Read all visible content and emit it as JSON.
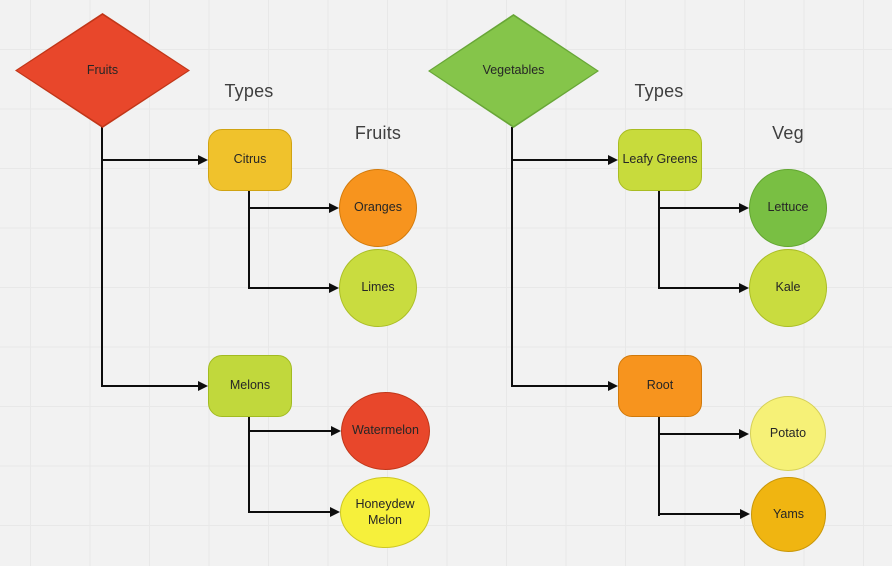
{
  "diagram": {
    "canvas_background": "#f2f2f2",
    "grid_line_color": "#e8e8e8",
    "edge_color": "#0d0d0d",
    "headings": {
      "fruits_types": "Types",
      "fruits_group": "Fruits",
      "veg_types": "Types",
      "veg_group": "Veg"
    },
    "nodes": {
      "fruits": {
        "label": "Fruits",
        "shape": "diamond",
        "fill": "#e8472b",
        "stroke": "#c13618"
      },
      "citrus": {
        "label": "Citrus",
        "shape": "rounded-rect",
        "fill": "#f0c22c",
        "stroke": "#d0a312"
      },
      "oranges": {
        "label": "Oranges",
        "shape": "circle",
        "fill": "#f7941e",
        "stroke": "#d1790a"
      },
      "limes": {
        "label": "Limes",
        "shape": "circle",
        "fill": "#c9dc3f",
        "stroke": "#aabd24"
      },
      "melons": {
        "label": "Melons",
        "shape": "rounded-rect",
        "fill": "#c1d83c",
        "stroke": "#a2bb21"
      },
      "watermelon": {
        "label": "Watermelon",
        "shape": "ellipse",
        "fill": "#e8472b",
        "stroke": "#c13618"
      },
      "honeydew": {
        "label": "Honeydew Melon",
        "shape": "ellipse",
        "fill": "#f6f03b",
        "stroke": "#cdc723"
      },
      "vegetables": {
        "label": "Vegetables",
        "shape": "diamond",
        "fill": "#85c54a",
        "stroke": "#68a637"
      },
      "leafy_greens": {
        "label": "Leafy Greens",
        "shape": "rounded-rect",
        "fill": "#c8db3c",
        "stroke": "#a9bc22"
      },
      "lettuce": {
        "label": "Lettuce",
        "shape": "circle",
        "fill": "#79bf43",
        "stroke": "#61a52f"
      },
      "kale": {
        "label": "Kale",
        "shape": "circle",
        "fill": "#c9dc3f",
        "stroke": "#aabd24"
      },
      "root": {
        "label": "Root",
        "shape": "rounded-rect",
        "fill": "#f7941e",
        "stroke": "#d1790a"
      },
      "potato": {
        "label": "Potato",
        "shape": "circle",
        "fill": "#f6f177",
        "stroke": "#d5d057"
      },
      "yams": {
        "label": "Yams",
        "shape": "circle",
        "fill": "#f0b511",
        "stroke": "#c99708"
      }
    },
    "edges": [
      {
        "from": "fruits",
        "to": "citrus"
      },
      {
        "from": "fruits",
        "to": "melons"
      },
      {
        "from": "citrus",
        "to": "oranges"
      },
      {
        "from": "citrus",
        "to": "limes"
      },
      {
        "from": "melons",
        "to": "watermelon"
      },
      {
        "from": "melons",
        "to": "honeydew"
      },
      {
        "from": "vegetables",
        "to": "leafy_greens"
      },
      {
        "from": "vegetables",
        "to": "root"
      },
      {
        "from": "leafy_greens",
        "to": "lettuce"
      },
      {
        "from": "leafy_greens",
        "to": "kale"
      },
      {
        "from": "root",
        "to": "potato"
      },
      {
        "from": "root",
        "to": "yams"
      }
    ]
  }
}
